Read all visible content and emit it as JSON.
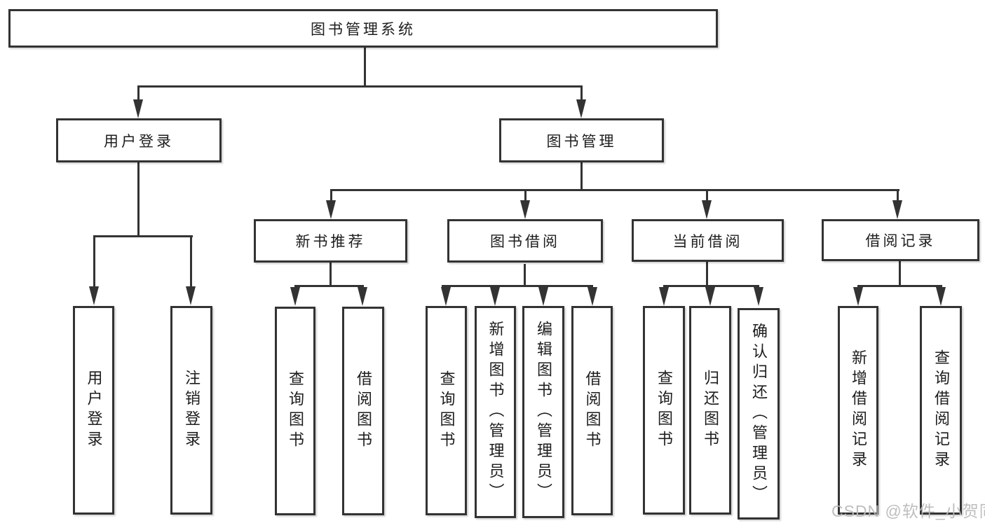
{
  "colors": {
    "line": "#333333",
    "text": "#1d1d1d",
    "background": "#ffffff",
    "watermark": "#b9b9b9"
  },
  "nodes": {
    "root": "图书管理系统",
    "login": "用户登录",
    "management": "图书管理",
    "recommend": "新书推荐",
    "borrow": "图书借阅",
    "current": "当前借阅",
    "records": "借阅记录"
  },
  "leaves": {
    "login": [
      "用户登录",
      "注销登录"
    ],
    "recommend": [
      "查询图书",
      "借阅图书"
    ],
    "borrow": [
      "查询图书",
      "新增图书（管理员）",
      "编辑图书（管理员）",
      "借阅图书"
    ],
    "current": [
      "查询图书",
      "归还图书",
      "确认归还（管理员）"
    ],
    "records": [
      "新增借阅记录",
      "查询借阅记录"
    ]
  },
  "watermark": "CSDN @软件_小贺同学"
}
